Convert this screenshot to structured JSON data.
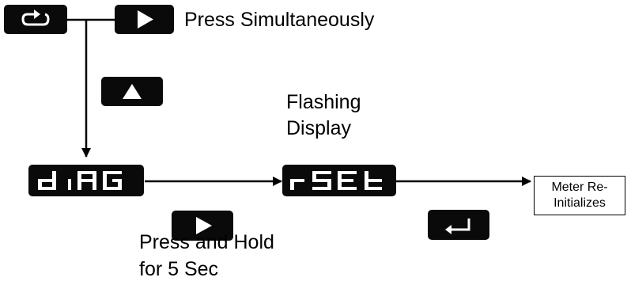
{
  "labels": {
    "press_simultaneously": "Press Simultaneously",
    "flashing_line1": "Flashing",
    "flashing_line2": "Display",
    "press_hold_line1": "Press and Hold",
    "press_hold_line2": "for 5 Sec"
  },
  "displays": {
    "diag": "d iAG",
    "rset": "rSEt"
  },
  "result_box": {
    "line1": "Meter Re-",
    "line2": "Initializes"
  },
  "icons": {
    "menu_key": "loop-arrow-icon",
    "right_key": "play-right-icon",
    "up_key": "triangle-up-icon",
    "enter_key": "enter-return-icon"
  }
}
